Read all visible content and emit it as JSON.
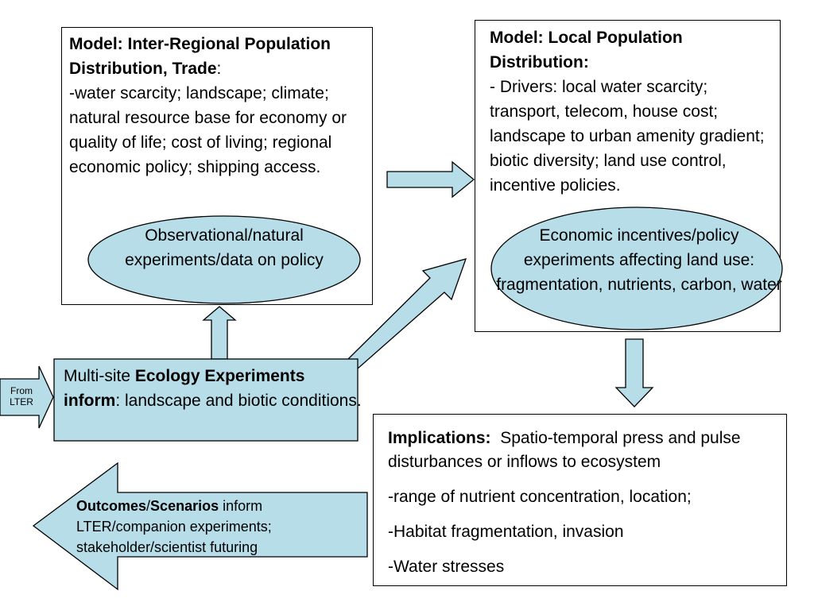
{
  "model_regional": {
    "title": "Model: Inter-Regional Population Distribution, Trade",
    "colon": ":",
    "body": "-water scarcity; landscape; climate; natural resource base for economy or quality of life; cost of living; regional economic policy; shipping access."
  },
  "ellipse_regional": {
    "text": "Observational/natural experiments/data on policy"
  },
  "model_local": {
    "title": "Model: Local Population Distribution:",
    "body": "- Drivers: local water scarcity; transport, telecom, house cost; landscape to urban amenity gradient; biotic diversity; land use control, incentive policies."
  },
  "ellipse_local": {
    "text": "Economic incentives/policy experiments affecting land use: fragmentation, nutrients, carbon, water"
  },
  "experiments": {
    "prefix": "Multi-site ",
    "bold_title": "Ecology Experiments inform",
    "suffix": ": landscape and biotic conditions."
  },
  "from_lter": {
    "line1": "From",
    "line2": "LTER"
  },
  "outcomes": {
    "bold1": "Outcomes",
    "slash": "/",
    "bold2": "Scenarios",
    "rest": " inform LTER/companion experiments; stakeholder/scientist futuring"
  },
  "implications": {
    "title": "Implications:",
    "intro": "  Spatio-temporal press and pulse disturbances or inflows to ecosystem",
    "items": [
      "-range of nutrient concentration, location;",
      "-Habitat fragmentation, invasion",
      "-Water stresses"
    ]
  },
  "colors": {
    "shape_fill": "#b7dde8",
    "stroke": "#000000"
  }
}
